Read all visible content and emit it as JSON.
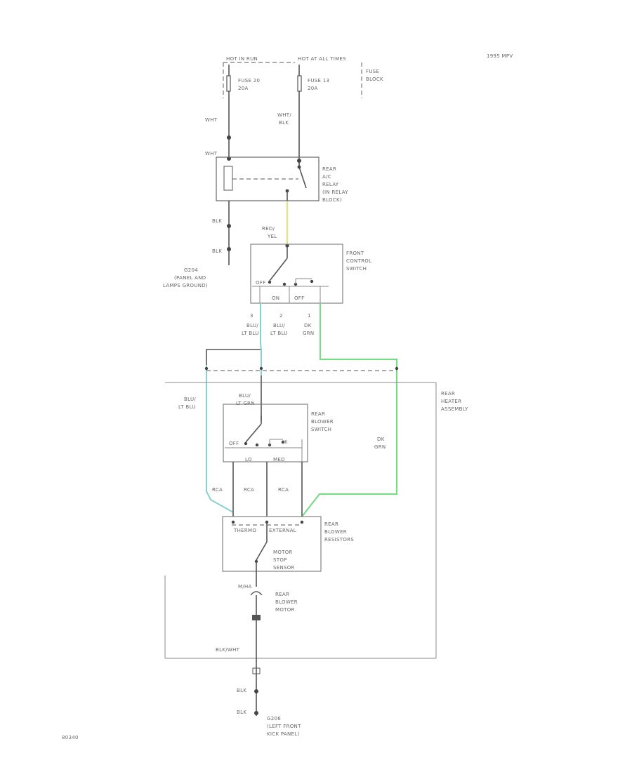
{
  "header": {
    "year_note": "1995 MPV"
  },
  "fuse_block": {
    "hot_in_run": "HOT IN RUN",
    "hot_at_all_times": "HOT AT ALL TIMES",
    "fuse_left": "FUSE 20",
    "fuse_left_rating": "20A",
    "fuse_right": "FUSE 13",
    "fuse_right_rating": "20A",
    "name_1": "FUSE",
    "name_2": "BLOCK"
  },
  "wires": {
    "wht_1": "WHT",
    "wht_2": "WHT",
    "wht_blk_1": "WHT/",
    "wht_blk_2": "BLK",
    "blk_1": "BLK",
    "blk_2": "BLK",
    "red_yel_1": "RED/",
    "red_yel_2": "YEL",
    "blu_ltblu_1_a": "BLU/",
    "blu_ltblu_1_b": "LT BLU",
    "blu_ltblu_2_a": "BLU/",
    "blu_ltblu_2_b": "LT BLU",
    "dk_grn_a": "DK",
    "dk_grn_b": "GRN",
    "blu_ltblu_3_a": "BLU/",
    "blu_ltblu_3_b": "LT BLU",
    "blu_ltgrn_a": "BLU/",
    "blu_ltgrn_b": "LT GRN",
    "dk_grn_2_a": "DK",
    "dk_grn_2_b": "GRN",
    "blk_wht": "BLK/WHT",
    "blk_3": "BLK",
    "blk_4": "BLK"
  },
  "connectors": {
    "c1": "3",
    "c2": "2",
    "c3": "1"
  },
  "relay": {
    "l1": "REAR",
    "l2": "A/C",
    "l3": "RELAY",
    "l4": "(IN RELAY",
    "l5": "BLOCK)"
  },
  "front_switch": {
    "l1": "FRONT",
    "l2": "CONTROL",
    "l3": "SWITCH",
    "off": "OFF",
    "on": "ON",
    "off2": "OFF"
  },
  "ground_top": {
    "l1": "G204",
    "l2": "(PANEL AND",
    "l3": "LAMPS GROUND)"
  },
  "rear_heater": {
    "l1": "REAR",
    "l2": "HEATER",
    "l3": "ASSEMBLY"
  },
  "blower_switch": {
    "l1": "REAR",
    "l2": "BLOWER",
    "l3": "SWITCH",
    "off": "OFF",
    "hi": "HI",
    "lo": "LO",
    "med": "MED"
  },
  "resistors": {
    "r1": "RCA",
    "r2": "RCA",
    "r3": "RCA"
  },
  "blower_resistors": {
    "l1": "REAR",
    "l2": "BLOWER",
    "l3": "RESISTORS",
    "thermo": "THERMO",
    "external": "EXTERNAL",
    "m1": "MOTOR",
    "m2": "STOP",
    "m3": "SENSOR"
  },
  "motor": {
    "mark": "M/HA",
    "l1": "REAR",
    "l2": "BLOWER",
    "l3": "MOTOR"
  },
  "ground_bottom": {
    "l1": "G206",
    "l2": "(LEFT FRONT",
    "l3": "KICK PANEL)"
  },
  "footer": {
    "code": "80340"
  },
  "colors": {
    "yellow_wire": "#e3e08a",
    "light_blue_wire": "#8ccfcf",
    "green_wire": "#7fd68f",
    "black_wire": "#555555"
  }
}
